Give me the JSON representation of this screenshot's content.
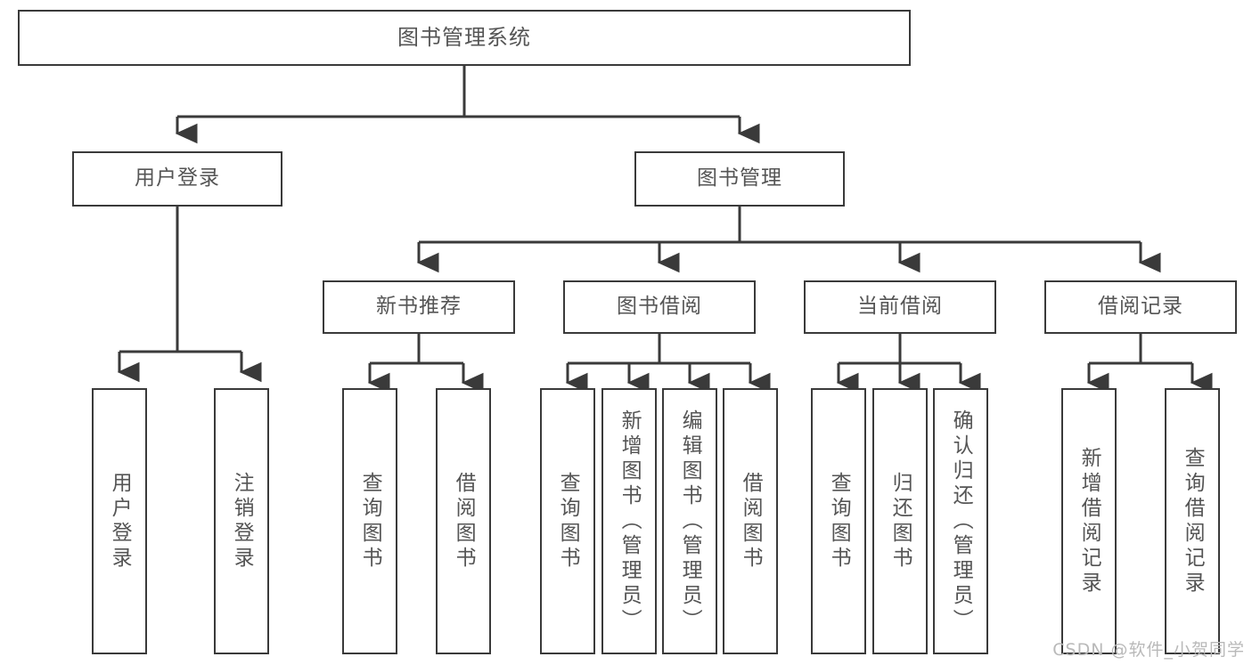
{
  "diagram": {
    "title": "图书管理系统",
    "type": "tree-hierarchy-diagram",
    "colors": {
      "box_border": "#3a3a3a",
      "text": "#555555",
      "background": "#ffffff",
      "watermark": "#b9b9b9"
    },
    "nodes": {
      "root": {
        "label": "图书管理系统"
      },
      "level2": [
        {
          "label": "用户登录"
        },
        {
          "label": "图书管理"
        }
      ],
      "level3": [
        {
          "label": "新书推荐"
        },
        {
          "label": "图书借阅"
        },
        {
          "label": "当前借阅"
        },
        {
          "label": "借阅记录"
        }
      ],
      "leaves": {
        "user_login": [
          {
            "label": "用户登录"
          },
          {
            "label": "注销登录"
          }
        ],
        "new_book": [
          {
            "label": "查询图书"
          },
          {
            "label": "借阅图书"
          }
        ],
        "book_borrow": [
          {
            "label": "查询图书"
          },
          {
            "label": "新增图书（管理员）"
          },
          {
            "label": "编辑图书（管理员）"
          },
          {
            "label": "借阅图书"
          }
        ],
        "current_borrow": [
          {
            "label": "查询图书"
          },
          {
            "label": "归还图书"
          },
          {
            "label": "确认归还（管理员）"
          }
        ],
        "borrow_record": [
          {
            "label": "新增借阅记录"
          },
          {
            "label": "查询借阅记录"
          }
        ]
      }
    },
    "watermark": "CSDN @软件_小贺同学"
  }
}
